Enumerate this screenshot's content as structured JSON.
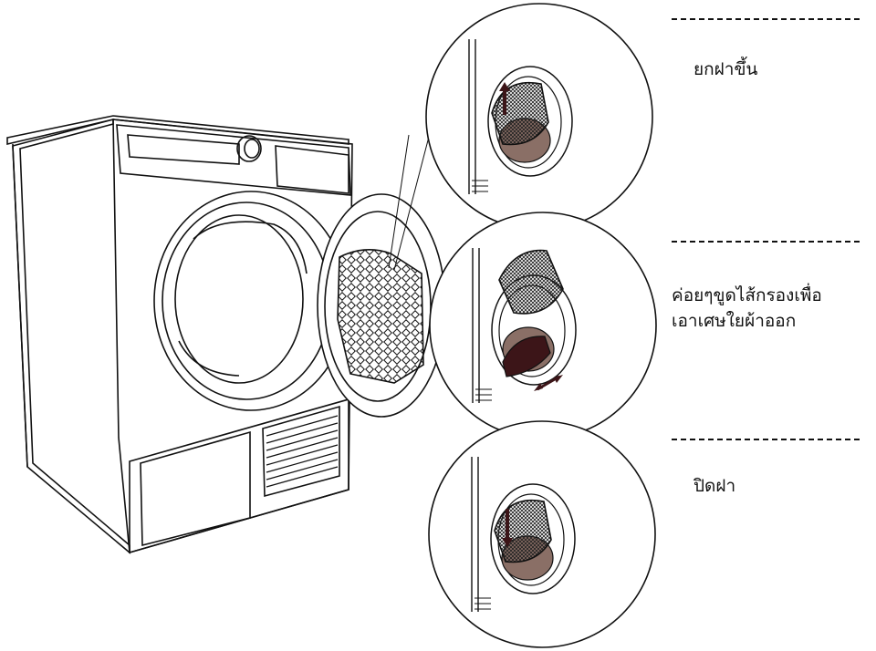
{
  "steps": [
    {
      "instruction": "ยกฝาขึ้น",
      "arrow": "up"
    },
    {
      "instruction": "ค่อยๆขูดไส้กรองเพื่อ\nเอาเศษใยผ้าออก",
      "arrow": "both"
    },
    {
      "instruction": "ปิดฝา",
      "arrow": "down"
    }
  ],
  "colors": {
    "line": "#111111",
    "filter_cover": "#8a6f66",
    "dark_cover": "#3c1518",
    "arrow": "#3c1518"
  }
}
